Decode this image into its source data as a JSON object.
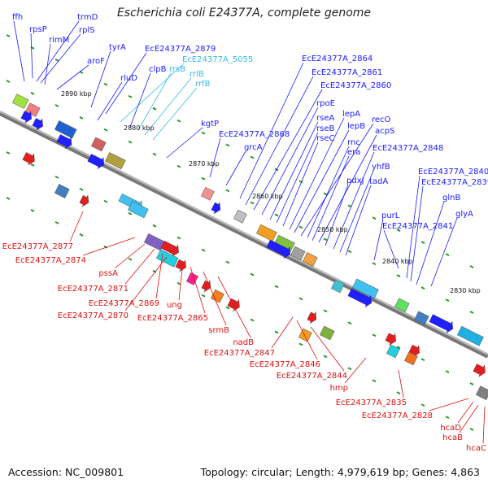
{
  "title": "Escherichia coli E24377A, complete genome",
  "accession_line": "Accession: NC_009801",
  "topology_line": "Topology: circular; Length: 4,979,619 bp; Genes: 4,863",
  "colors": {
    "upper_label": "#1a1aff",
    "rna_label": "#33bbee",
    "lower_label": "#dd1111",
    "backbone": "#888888"
  },
  "kbp_marks": [
    "2890 kbp",
    "2880 kbp",
    "2870 kbp",
    "2860 kbp",
    "2850 kbp",
    "2840 kbp",
    "2830 kbp"
  ],
  "upper_labels": [
    "ffh",
    "rpsP",
    "trmD",
    "rplS",
    "rimM",
    "aroF",
    "tyrA",
    "EcE24377A_2879",
    "EcE24377A_5055",
    "clpB",
    "rrsB",
    "rrlB",
    "rrfB",
    "rluD",
    "kgtP",
    "EcE24377A_2868",
    "grcA",
    "EcE24377A_2864",
    "EcE24377A_2861",
    "EcE24377A_2860",
    "rpoE",
    "rseA",
    "rseB",
    "rseC",
    "lepA",
    "lepB",
    "recO",
    "rnc",
    "era",
    "acpS",
    "pdxJ",
    "EcE24377A_2848",
    "yhfB",
    "tadA",
    "EcE24377A_2840",
    "EcE24377A_2839",
    "glnB",
    "purL",
    "EcE24377A_2841",
    "glyA"
  ],
  "lower_labels": [
    "EcE24377A_2877",
    "EcE24377A_2874",
    "pssA",
    "EcE24377A_2871",
    "EcE24377A_2869",
    "EcE24377A_2870",
    "ung",
    "EcE24377A_2865",
    "srmB",
    "nadB",
    "EcE24377A_2847",
    "EcE24377A_2846",
    "EcE24377A_2844",
    "hmp",
    "EcE24377A_2835",
    "EcE24377A_2828",
    "hcaD",
    "hcaB",
    "hcaC"
  ]
}
